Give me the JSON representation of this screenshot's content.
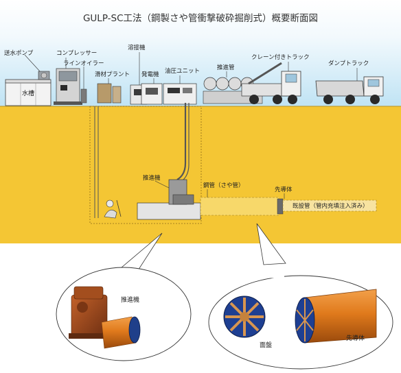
{
  "title": "GULP-SC工法（鋼製さや管衝撃破砕掘削式）概要断面図",
  "labels": {
    "pump": "送水ポンプ",
    "compressor": "コンプレッサー",
    "line_oiler": "ラインオイラー",
    "water_tank": "水槽",
    "lubricant_plant": "滑材プラント",
    "welder": "溶接機",
    "generator": "発電機",
    "hydraulic_unit": "油圧ユニット",
    "push_pipe": "推進管",
    "crane_truck": "クレーン付きトラック",
    "dump_truck": "ダンプトラック",
    "jacking_machine": "推進機",
    "steel_pipe": "鋼管（さや管）",
    "pilot_head": "先導体",
    "existing_pipe": "既設管（管内充填注入済み）"
  },
  "detail_labels": {
    "jacking_machine": "推進機",
    "face_plate": "面盤",
    "pilot_head": "先導体"
  },
  "colors": {
    "sky_top": "#ffffff",
    "sky_bottom": "#bfe3f4",
    "ground": "#f4c634",
    "pipe_orange": "#e07a1c",
    "face_blue": "#1f3f8a"
  }
}
